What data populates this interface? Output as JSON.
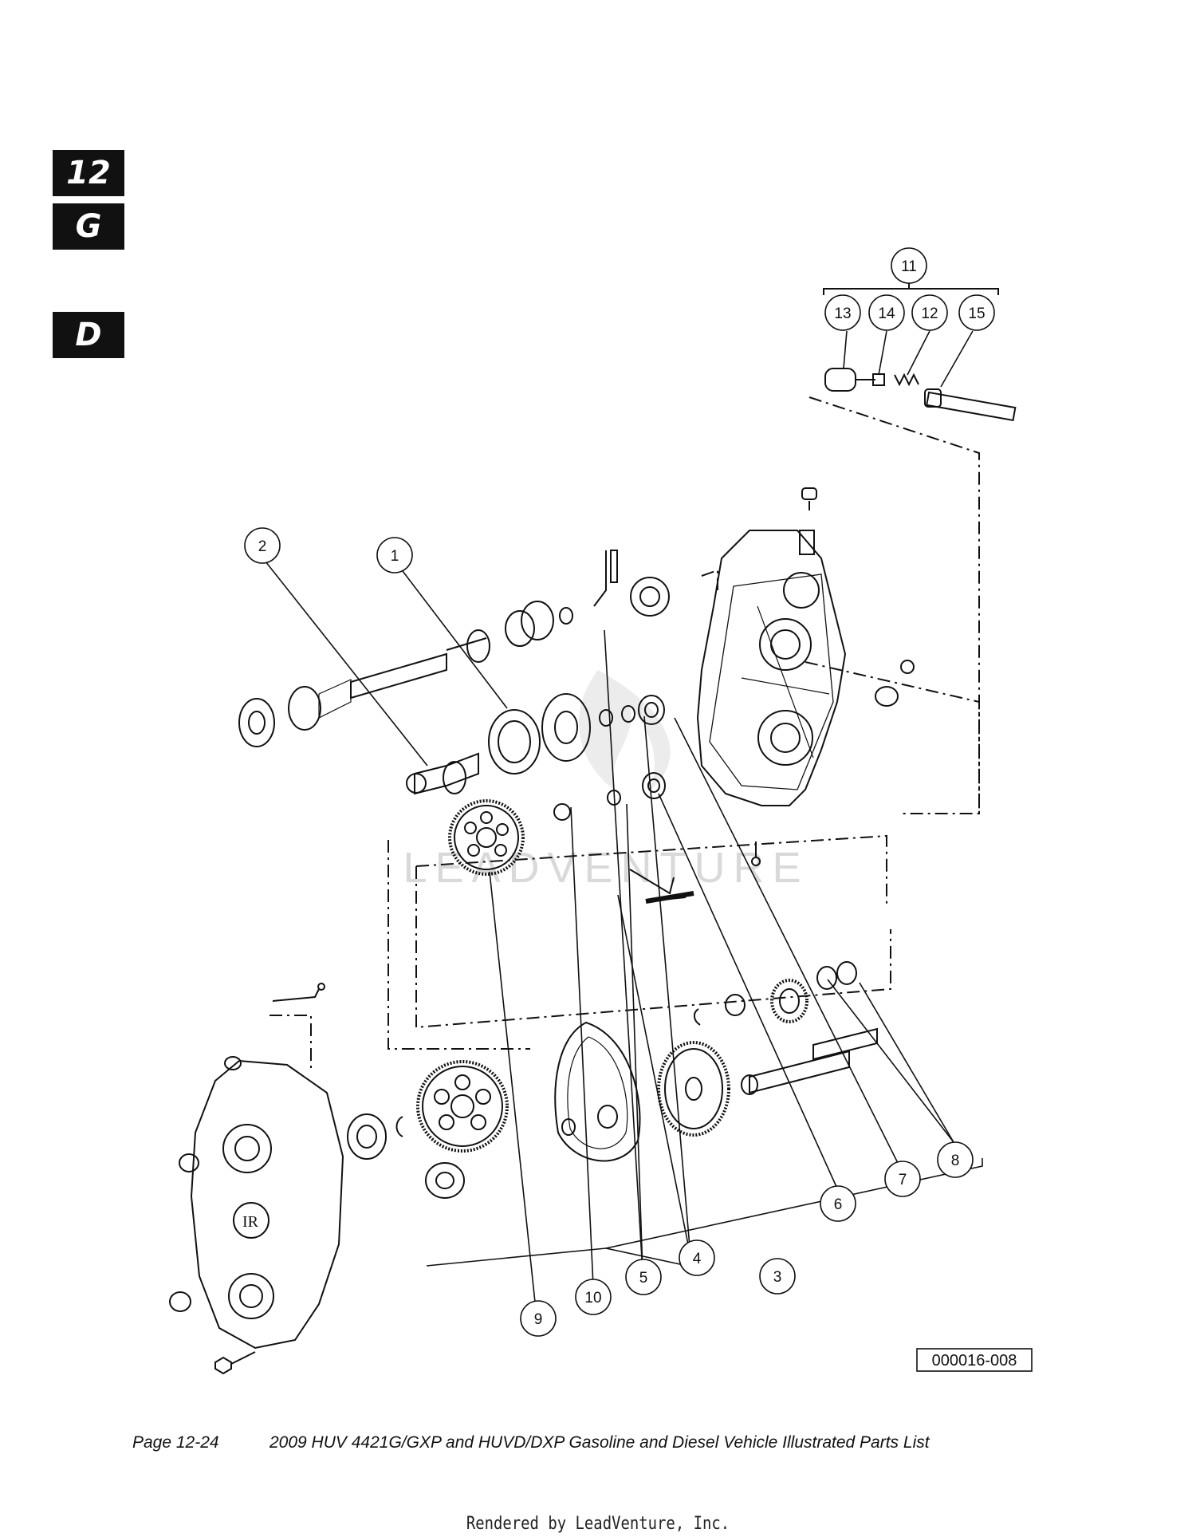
{
  "tabs": {
    "chapter": "12",
    "variant_g": "G",
    "variant_d": "D"
  },
  "diagram": {
    "callouts": [
      "1",
      "2",
      "3",
      "4",
      "5",
      "6",
      "7",
      "8",
      "9",
      "10",
      "11",
      "12",
      "13",
      "14",
      "15"
    ],
    "figure_id": "000016-008",
    "watermark": "LEADVENTURE",
    "watermark_logo": "leadventure-flame-logo"
  },
  "footer": {
    "page": "Page 12-24",
    "title": "2009 HUV 4421G/GXP and HUVD/DXP Gasoline and Diesel Vehicle Illustrated Parts List"
  },
  "rendered_by": "Rendered by LeadVenture, Inc."
}
